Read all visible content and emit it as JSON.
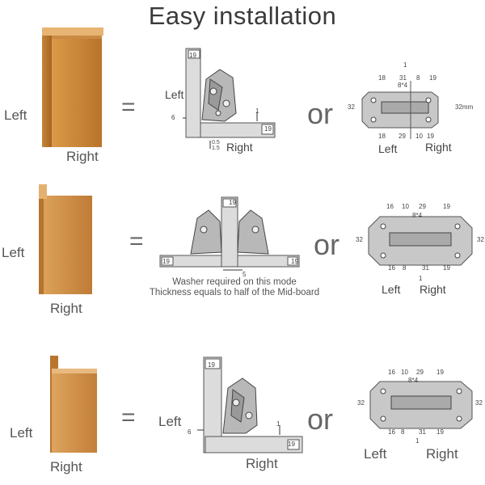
{
  "title": "Easy installation",
  "equals_sign": "=",
  "or_word": "or",
  "rows": [
    {
      "photo": {
        "left": "Left",
        "right": "Right"
      },
      "side_view": {
        "left": "Left",
        "right": "Right",
        "d19_top": "19",
        "d19_side": "19",
        "d6": "6",
        "d1": "1",
        "d05": "0.5",
        "d15": "1.5"
      },
      "plate": {
        "left": "Left",
        "right": "Right",
        "d1": "1",
        "d18a": "18",
        "d31": "31",
        "d8": "8",
        "d19a": "19",
        "d8x4": "8*4",
        "d32l": "32",
        "d32r": "32mm",
        "d18b": "18",
        "d29": "29",
        "d10": "10",
        "d19b": "19"
      }
    },
    {
      "photo": {
        "left": "Left",
        "right": "Right"
      },
      "side_view": {
        "d19_top": "19",
        "d19_l": "19",
        "d19_r": "19",
        "d5": "5",
        "note1": "Washer required on this mode",
        "note2": "Thickness equals to half of the Mid-board"
      },
      "plate": {
        "left": "Left",
        "right": "Right",
        "d16a": "16",
        "d10": "10",
        "d29": "29",
        "d19a": "19",
        "d8x4": "8*4",
        "d32l": "32",
        "d32r": "32",
        "d16b": "16",
        "d8": "8",
        "d31": "31",
        "d19b": "19",
        "d1": "1"
      }
    },
    {
      "photo": {
        "left": "Left",
        "right": "Right"
      },
      "side_view": {
        "left": "Left",
        "right": "Right",
        "d19_top": "19",
        "d19_side": "19",
        "d6": "6",
        "d1": "1"
      },
      "plate": {
        "left": "Left",
        "right": "Right",
        "d16a": "16",
        "d10": "10",
        "d29": "29",
        "d19a": "19",
        "d8x4": "8*4",
        "d32l": "32",
        "d32r": "32",
        "d16b": "16",
        "d8": "8",
        "d31": "31",
        "d19b": "19",
        "d1": "1"
      }
    }
  ]
}
